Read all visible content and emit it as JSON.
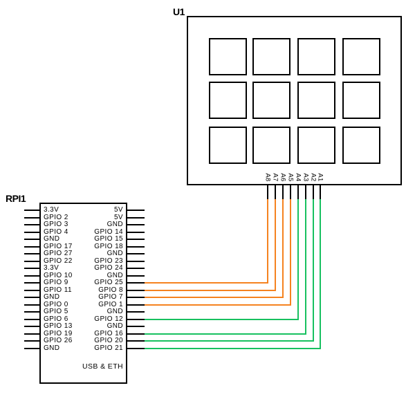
{
  "keypad": {
    "ref_label": "U1",
    "pin_labels": [
      "A8",
      "A7",
      "A6",
      "A5",
      "A4",
      "A3",
      "A2",
      "A1"
    ],
    "grid": {
      "rows": 3,
      "cols": 4
    }
  },
  "rpi": {
    "ref_label": "RPI1",
    "left_pins": [
      "3.3V",
      "GPIO 2",
      "GPIO 3",
      "GPIO 4",
      "GND",
      "GPIO 17",
      "GPIO 27",
      "GPIO 22",
      "3.3V",
      "GPIO 10",
      "GPIO 9",
      "GPIO 11",
      "GND",
      "GPIO 0",
      "GPIO 5",
      "GPIO 6",
      "GPIO 13",
      "GPIO 19",
      "GPIO 26",
      "GND"
    ],
    "right_pins": [
      "5V",
      "5V",
      "GND",
      "GPIO 14",
      "GPIO 15",
      "GPIO 18",
      "GND",
      "GPIO 23",
      "GPIO 24",
      "GND",
      "GPIO 25",
      "GPIO 8",
      "GPIO 7",
      "GPIO 1",
      "GND",
      "GPIO 12",
      "GND",
      "GPIO 16",
      "GPIO 20",
      "GPIO 21"
    ],
    "bottom_label": "USB & ETH"
  },
  "wires": [
    {
      "from": "A8",
      "to": "GPIO 25",
      "color": "#F5821F"
    },
    {
      "from": "A7",
      "to": "GPIO 8",
      "color": "#F5821F"
    },
    {
      "from": "A6",
      "to": "GPIO 7",
      "color": "#F5821F"
    },
    {
      "from": "A5",
      "to": "GPIO 1",
      "color": "#F5821F"
    },
    {
      "from": "A4",
      "to": "GPIO 12",
      "color": "#17C05F"
    },
    {
      "from": "A3",
      "to": "GPIO 16",
      "color": "#17C05F"
    },
    {
      "from": "A2",
      "to": "GPIO 20",
      "color": "#17C05F"
    },
    {
      "from": "A1",
      "to": "GPIO 21",
      "color": "#17C05F"
    }
  ],
  "colors": {
    "wire_orange": "#F5821F",
    "wire_green": "#17C05F",
    "outline": "#000000",
    "background": "#ffffff"
  }
}
